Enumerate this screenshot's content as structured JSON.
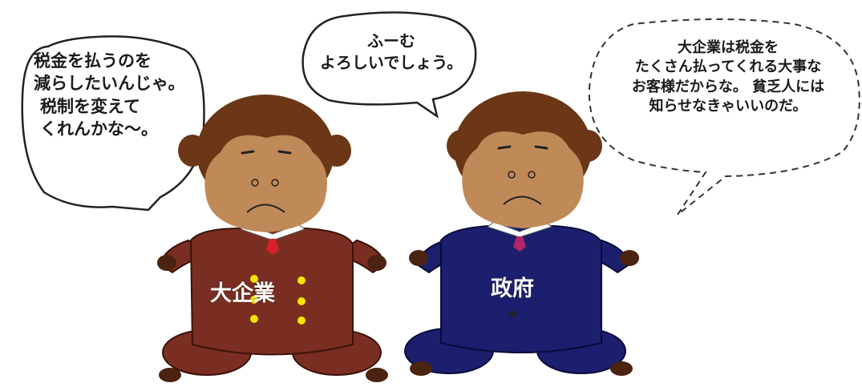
{
  "bubbles": {
    "corporation": {
      "lines": [
        "税金を払うのを",
        "減らしたいんじゃ。",
        "税制を変えて",
        "くれんかな～。"
      ]
    },
    "government": {
      "lines": [
        "ふーむ",
        "よろしいでしょう。"
      ]
    },
    "thought": {
      "lines": [
        "大企業は税金を",
        "たくさん払ってくれる大事な",
        "お客様だからな。 貧乏人には",
        "知らせなきゃいいのだ。"
      ]
    }
  },
  "characters": {
    "corporation": {
      "label": "大企業",
      "suit_color": "#7a2e22",
      "tie_color": "#d8202a",
      "button_color": "#f5e400"
    },
    "government": {
      "label": "政府",
      "suit_color": "#1c1f6e",
      "tie_color": "#b0256a"
    }
  },
  "colors": {
    "fur": "#6b3716",
    "face": "#c08a58",
    "outline": "#3a1a08"
  }
}
